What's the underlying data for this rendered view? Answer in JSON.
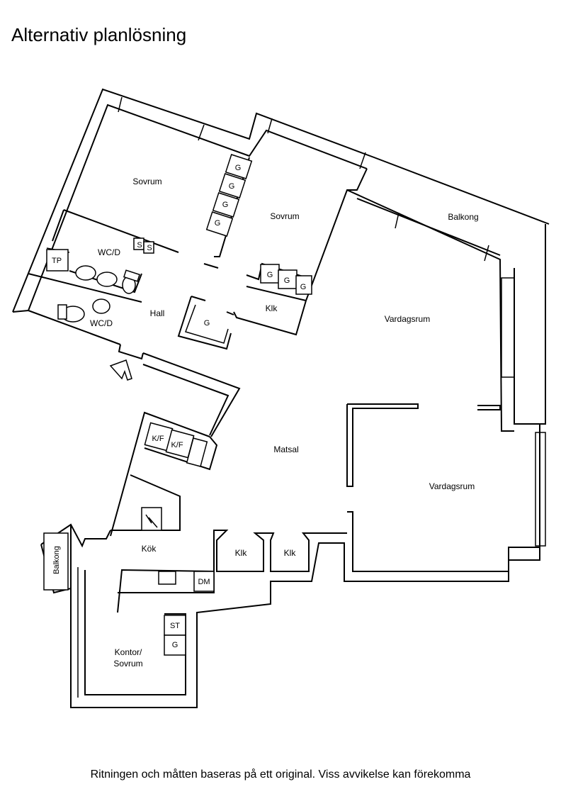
{
  "title": "Alternativ planlösning",
  "disclaimer": "Ritningen och måtten baseras på ett original. Viss avvikelse kan förekomma",
  "rooms": {
    "sovrum_1": "Sovrum",
    "sovrum_2": "Sovrum",
    "balkong_top": "Balkong",
    "wc_d_1": "WC/D",
    "wc_d_2": "WC/D",
    "tp": "TP",
    "hall": "Hall",
    "klk_hall": "Klk",
    "vardagsrum_1": "Vardagsrum",
    "vardagsrum_2": "Vardagsrum",
    "matsal": "Matsal",
    "kok": "Kök",
    "klk_1": "Klk",
    "klk_2": "Klk",
    "balkong_left": "Balkong",
    "kontor_line1": "Kontor/",
    "kontor_line2": "Sovrum"
  },
  "fixtures": {
    "g": "G",
    "s": "S",
    "kf": "K/F",
    "dm": "DM",
    "st": "ST"
  }
}
